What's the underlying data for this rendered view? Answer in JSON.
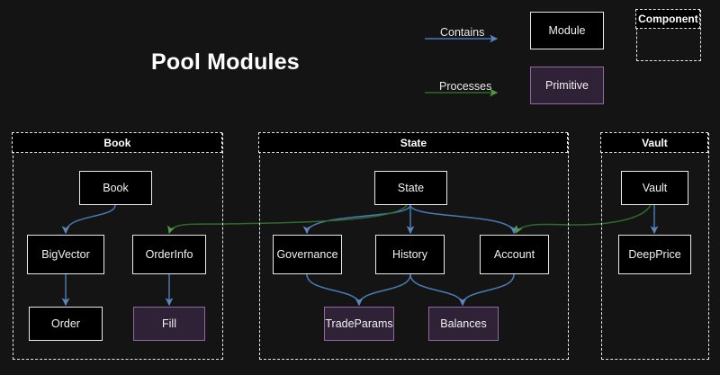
{
  "title": "Pool Modules",
  "background_color": "#141414",
  "colors": {
    "contains_arrow": "#4a7ab5",
    "processes_arrow": "#2f6b2c",
    "processes_arrowhead": "#4f9b3f",
    "module_fill": "#000000",
    "module_border": "#e9e9e9",
    "primitive_fill": "#2f2136",
    "primitive_border": "#8d6ba0",
    "component_border": "#e6e6e6",
    "text": "#ffffff"
  },
  "legend": {
    "edges": [
      {
        "label": "Contains",
        "color": "#4a7ab5",
        "icon": "arrow-right-icon"
      },
      {
        "label": "Processes",
        "color": "#2f6b2c",
        "icon": "arrow-right-icon"
      }
    ],
    "nodes": [
      {
        "label": "Module",
        "kind": "module"
      },
      {
        "label": "Primitive",
        "kind": "primitive"
      }
    ],
    "container": {
      "label": "Component",
      "kind": "component"
    }
  },
  "groups": [
    {
      "id": "book",
      "label": "Book",
      "nodes": [
        {
          "id": "book-node",
          "label": "Book",
          "kind": "module"
        },
        {
          "id": "bigvector",
          "label": "BigVector",
          "kind": "module"
        },
        {
          "id": "orderinfo",
          "label": "OrderInfo",
          "kind": "module"
        },
        {
          "id": "order",
          "label": "Order",
          "kind": "module"
        },
        {
          "id": "fill",
          "label": "Fill",
          "kind": "primitive"
        }
      ]
    },
    {
      "id": "state",
      "label": "State",
      "nodes": [
        {
          "id": "state-node",
          "label": "State",
          "kind": "module"
        },
        {
          "id": "governance",
          "label": "Governance",
          "kind": "module"
        },
        {
          "id": "history",
          "label": "History",
          "kind": "module"
        },
        {
          "id": "account",
          "label": "Account",
          "kind": "module"
        },
        {
          "id": "tradeparams",
          "label": "TradeParams",
          "kind": "primitive"
        },
        {
          "id": "balances",
          "label": "Balances",
          "kind": "primitive"
        }
      ]
    },
    {
      "id": "vault",
      "label": "Vault",
      "nodes": [
        {
          "id": "vault-node",
          "label": "Vault",
          "kind": "module"
        },
        {
          "id": "deepprice",
          "label": "DeepPrice",
          "kind": "module"
        }
      ]
    }
  ],
  "edges": [
    {
      "from": "Book",
      "to": "BigVector",
      "type": "Contains"
    },
    {
      "from": "Book",
      "to": "OrderInfo",
      "type": "Contains"
    },
    {
      "from": "BigVector",
      "to": "Order",
      "type": "Contains"
    },
    {
      "from": "OrderInfo",
      "to": "Fill",
      "type": "Contains"
    },
    {
      "from": "State",
      "to": "Governance",
      "type": "Contains"
    },
    {
      "from": "State",
      "to": "History",
      "type": "Contains"
    },
    {
      "from": "State",
      "to": "Account",
      "type": "Contains"
    },
    {
      "from": "Governance",
      "to": "TradeParams",
      "type": "Contains"
    },
    {
      "from": "History",
      "to": "TradeParams",
      "type": "Contains"
    },
    {
      "from": "History",
      "to": "Balances",
      "type": "Contains"
    },
    {
      "from": "Account",
      "to": "Balances",
      "type": "Contains"
    },
    {
      "from": "Vault",
      "to": "DeepPrice",
      "type": "Contains"
    },
    {
      "from": "State",
      "to": "OrderInfo",
      "type": "Processes"
    },
    {
      "from": "Vault",
      "to": "Account",
      "type": "Processes"
    }
  ]
}
